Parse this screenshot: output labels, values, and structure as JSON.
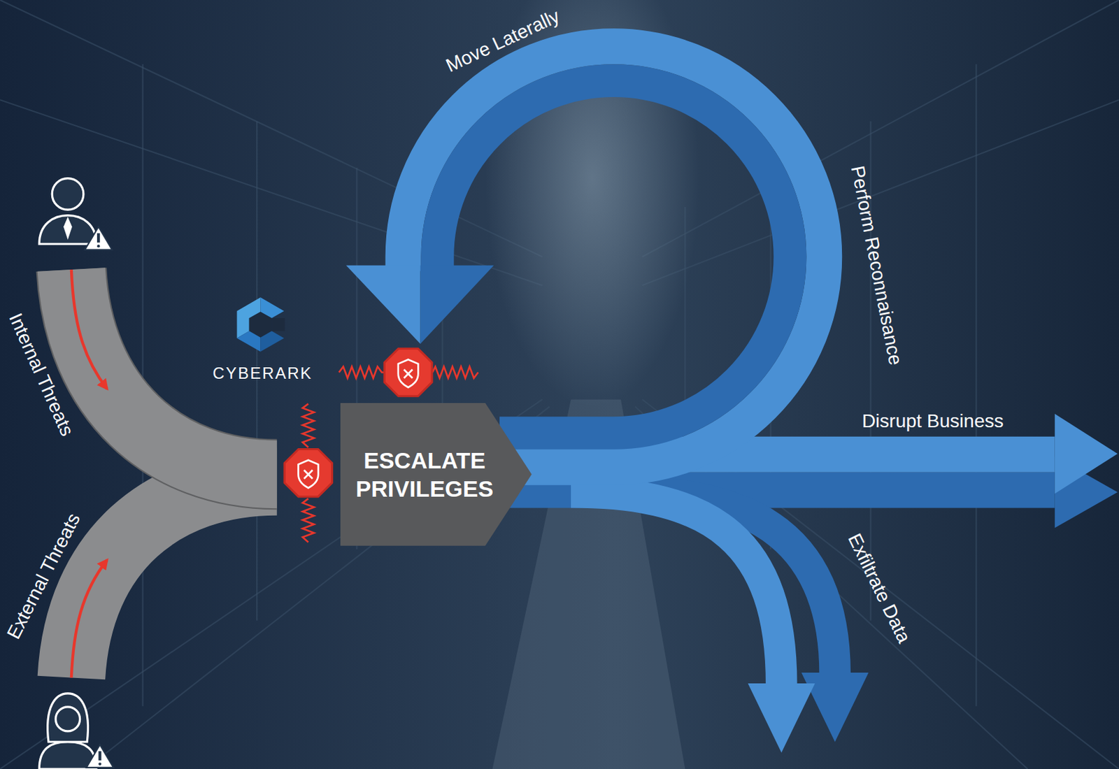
{
  "diagram": {
    "nodes": [
      {
        "text": [
          "ESCALATE PRIVILEGES"
        ]
      }
    ],
    "labels": [
      "Move Laterally",
      "Perform Reconnaisance",
      "Internal Threats",
      "CYBERARK",
      "Disrupt Business",
      "External Threats",
      "Exfiltrate Data"
    ]
  }
}
